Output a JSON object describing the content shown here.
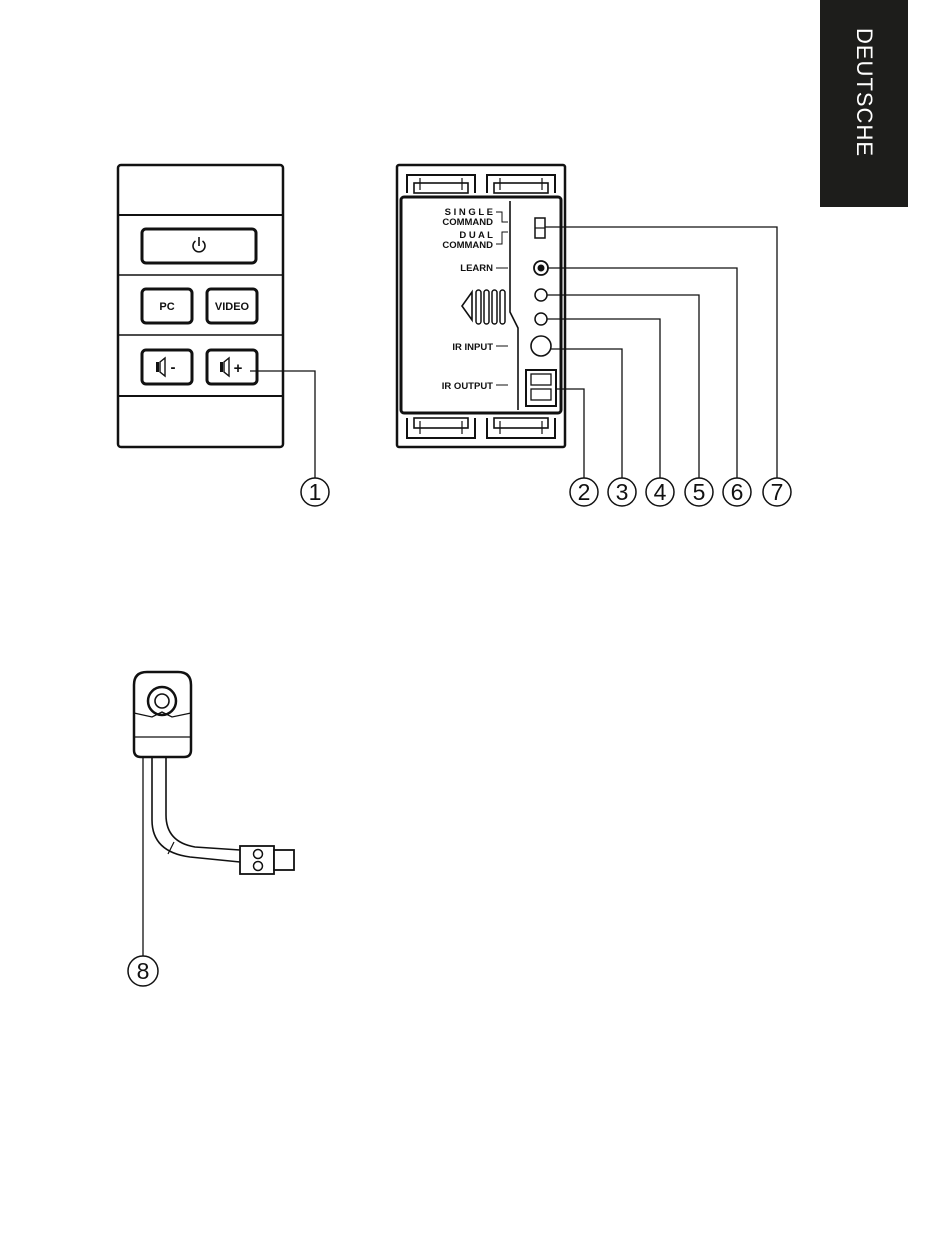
{
  "language_tab": {
    "label": "DEUTSCHE"
  },
  "keypad": {
    "buttons": {
      "pc": "PC",
      "video": "VIDEO",
      "vol_down": "-",
      "vol_up": "+"
    }
  },
  "back_panel": {
    "labels": {
      "single": "S I N G L E",
      "single_command": "COMMAND",
      "dual": "D U A L",
      "dual_command": "COMMAND",
      "learn": "LEARN",
      "ir_input": "IR INPUT",
      "ir_output": "IR OUTPUT"
    }
  },
  "callouts": [
    "1",
    "2",
    "3",
    "4",
    "5",
    "6",
    "7",
    "8"
  ]
}
